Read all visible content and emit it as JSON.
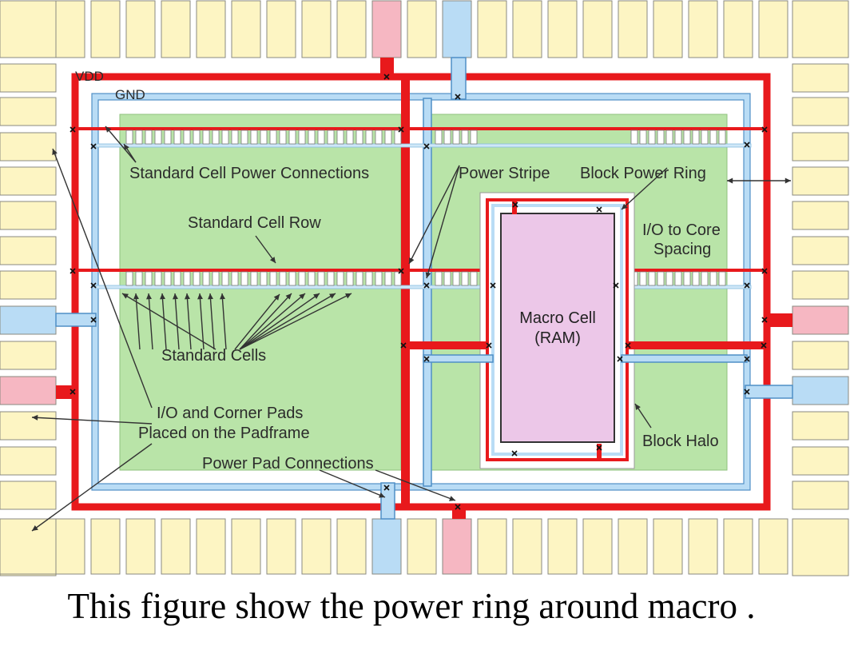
{
  "diagram": {
    "rail_labels": {
      "vdd": "VDD",
      "gnd": "GND"
    },
    "labels": {
      "std_cell_power": "Standard Cell Power Connections",
      "power_stripe": "Power Stripe",
      "block_power_ring": "Block Power Ring",
      "std_cell_row": "Standard Cell Row",
      "io_core_1": "I/O to Core",
      "io_core_2": "Spacing",
      "std_cells": "Standard Cells",
      "pads_1": "I/O and Corner Pads",
      "pads_2": "Placed on the Padframe",
      "block_halo": "Block Halo",
      "power_pad": "Power Pad Connections"
    },
    "macro": {
      "line1": "Macro Cell",
      "line2": "(RAM)"
    },
    "colors": {
      "pad": "#fdf5c3",
      "pad_border": "#8a8a80",
      "vdd": "#e8191c",
      "gnd_fill": "#b9dcf5",
      "gnd_stroke": "#4f8fc6",
      "core": "#b9e4a8",
      "macro": "#ecc7e8",
      "power_pad": "#f6b7c2"
    }
  },
  "caption": "This figure show the power ring around macro ."
}
